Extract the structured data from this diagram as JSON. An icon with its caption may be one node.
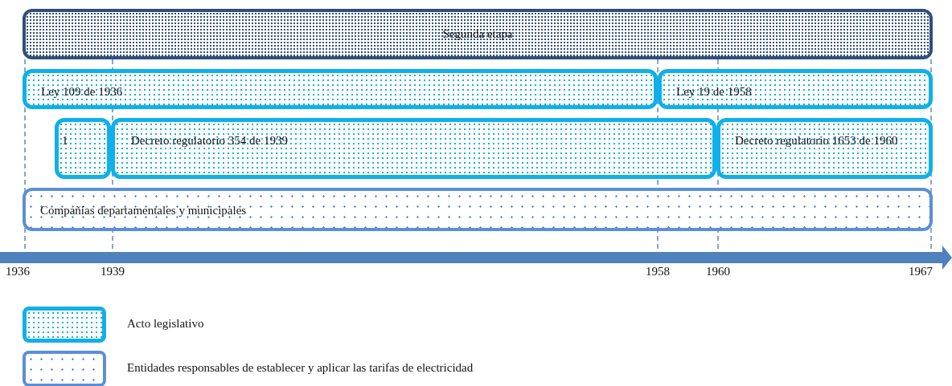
{
  "diagram": {
    "nodes": [
      {
        "text": [
          "Segunda etapa"
        ]
      },
      {
        "text": [
          "Ley 109 de 1936"
        ]
      },
      {
        "text": [
          "Ley 19 de 1958"
        ]
      },
      {
        "text": [
          "1"
        ]
      },
      {
        "text": [
          "Decreto regulatorio 354 de 1939"
        ]
      },
      {
        "text": [
          "Decreto regulatorio 1653 de 1960"
        ]
      },
      {
        "text": [
          "Compañías departamentales y municipales"
        ]
      }
    ],
    "labels": [
      "1936",
      "1939",
      "1958",
      "1960",
      "1967"
    ],
    "legend": [
      {
        "text": "Acto legislativo"
      },
      {
        "text": "Entidades responsables de establecer y aplicar las tarifas de electricidad"
      }
    ]
  }
}
